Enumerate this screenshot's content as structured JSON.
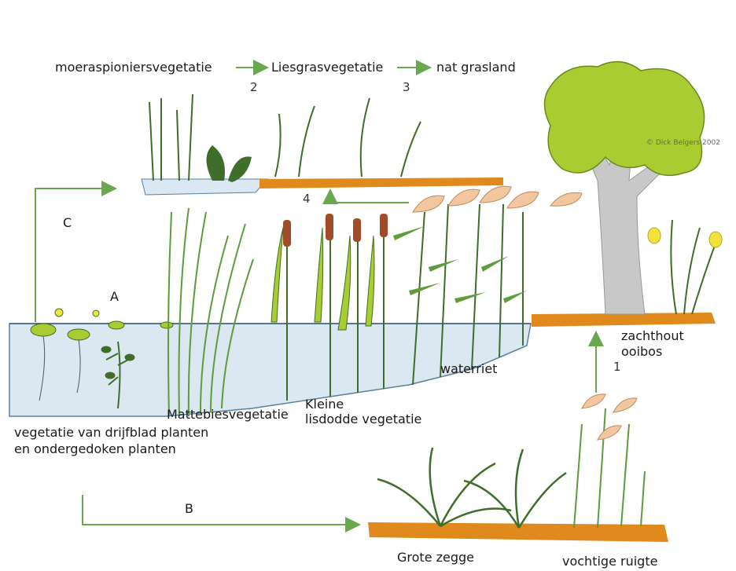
{
  "diagram": {
    "title_sequence": {
      "stage1": "moeraspioniersvegetatie",
      "stage2": "Liesgrasvegetatie",
      "stage3": "nat grasland"
    },
    "markers": {
      "c": "C",
      "a": "A",
      "b": "B",
      "n1": "1",
      "n2": "2",
      "n3": "3",
      "n4": "4"
    },
    "labels": {
      "drijfblad": "vegetatie van drijfblad planten en ondergedoken planten",
      "mattebies": "Mattebiesvegetatie",
      "lisdodde_line1": "Kleine",
      "lisdodde_line2": "lisdodde vegetatie",
      "waterriet": "waterriet",
      "zachthout_line1": "zachthout",
      "zachthout_line2": "ooibos",
      "grote_zegge": "Grote zegge",
      "ruigte": "vochtige ruigte"
    },
    "credit": "© Dick Belgers 2002",
    "colors": {
      "arrow": "#6aa84f",
      "water": "#dbe8f1",
      "water_line": "#5b7fa0",
      "soil": "#e08a1e",
      "plant_green": "#3f6e2a",
      "reed_green": "#5e9c3c",
      "tree_crown": "#a8cc32",
      "tree_trunk": "#c8c8c8",
      "cattail": "#a34a26",
      "plume": "#f2c7a0"
    }
  }
}
